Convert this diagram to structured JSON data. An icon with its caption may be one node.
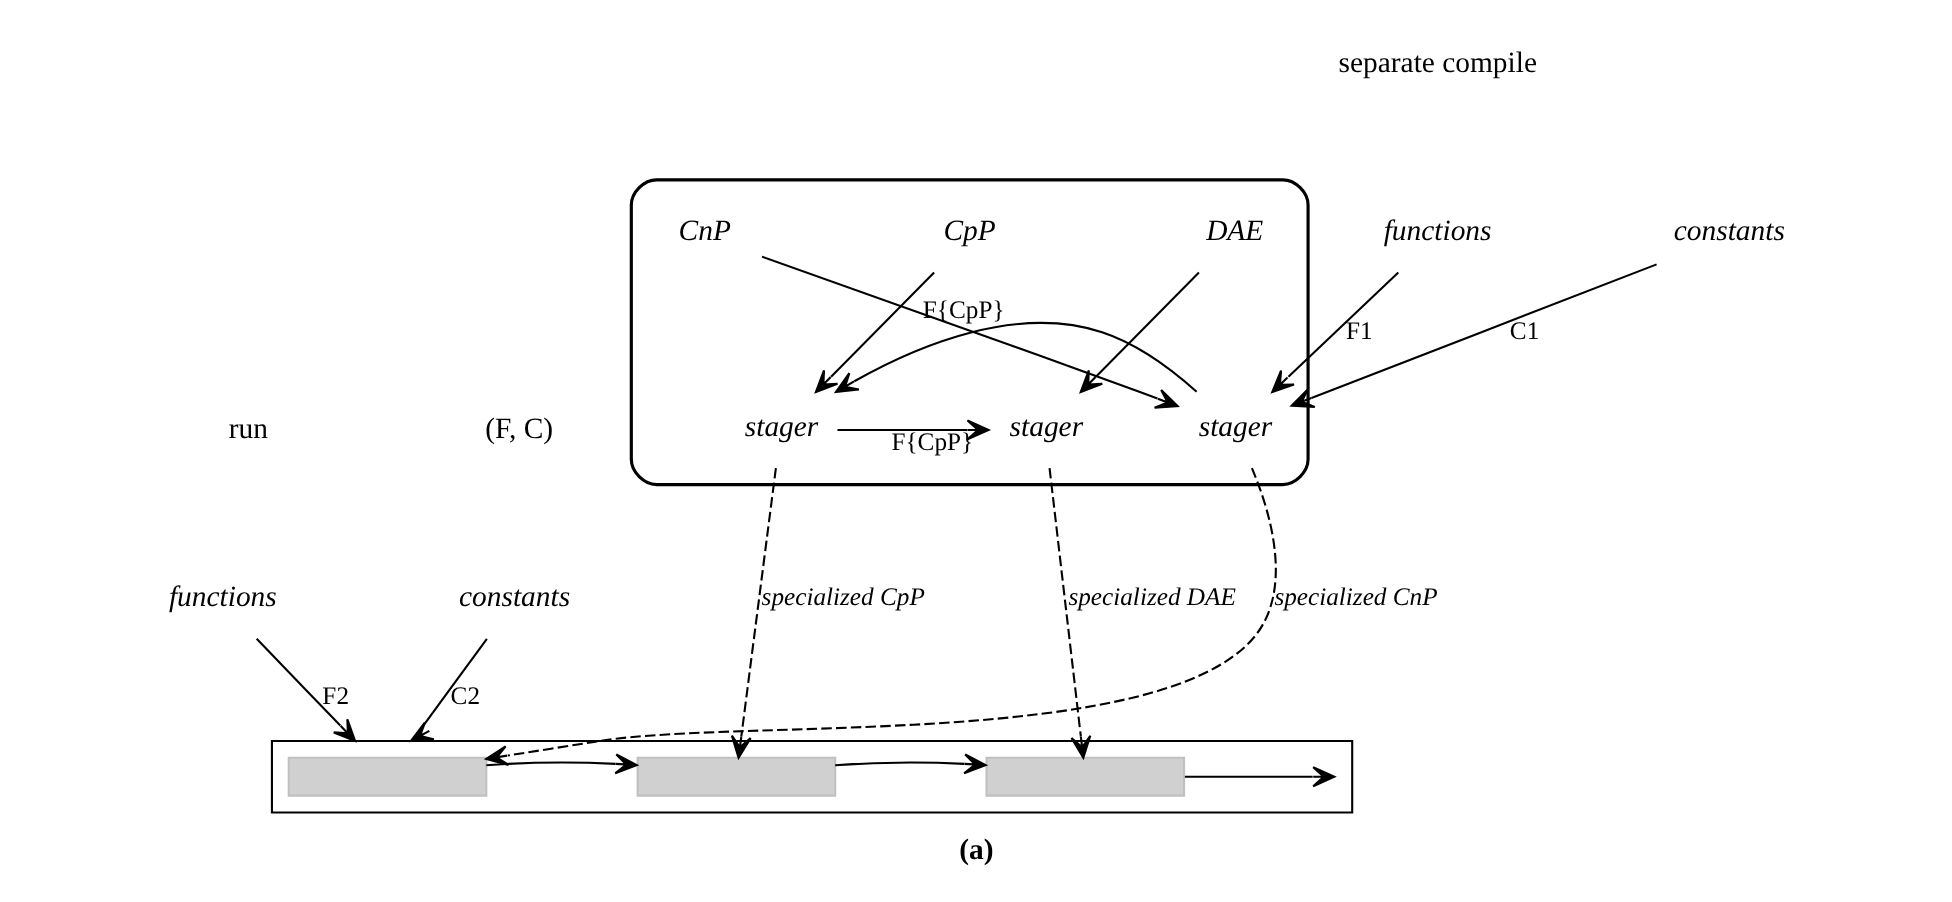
{
  "diagram": {
    "caption": "(a)",
    "nodes": [
      {
        "text": [
          "functions"
        ]
      },
      {
        "text": [
          "constants"
        ]
      },
      {
        "text": [],
        "shape": "box"
      },
      {
        "text": [
          "CnP"
        ],
        "in": 2
      },
      {
        "text": [
          "CpP"
        ],
        "in": 2
      },
      {
        "text": [
          "DAE"
        ],
        "in": 2
      },
      {
        "text": [
          "stager"
        ],
        "in": 2
      },
      {
        "text": [
          "stager"
        ],
        "in": 2
      },
      {
        "text": [
          "stager"
        ],
        "in": 2
      },
      {
        "text": [
          "functions"
        ]
      },
      {
        "text": [
          "constants"
        ]
      },
      {
        "text": [],
        "shape": "box"
      },
      {
        "text": [],
        "shape": "bar",
        "in": 11
      },
      {
        "text": [],
        "shape": "bar",
        "in": 11
      },
      {
        "text": [],
        "shape": "bar",
        "in": 11
      }
    ],
    "edges": [
      {
        "from": 0,
        "to": 6,
        "arrow": "to",
        "label": "F1"
      },
      {
        "from": 1,
        "to": 6,
        "arrow": "to",
        "label": "C1"
      },
      {
        "from": 3,
        "to": 6,
        "arrow": "to"
      },
      {
        "from": 4,
        "to": 7,
        "arrow": "to"
      },
      {
        "from": 5,
        "to": 8,
        "arrow": "to"
      },
      {
        "from": 6,
        "to": 7,
        "arrow": "to",
        "label": "F{CpP}"
      },
      {
        "from": 7,
        "to": 8,
        "arrow": "to",
        "label": "F{CpP}"
      },
      {
        "from": 6,
        "to": 12,
        "arrow": "to",
        "style": "dashed",
        "label": "specialized CnP"
      },
      {
        "from": 7,
        "to": 13,
        "arrow": "to",
        "style": "dashed",
        "label": "specialized CpP"
      },
      {
        "from": 8,
        "to": 14,
        "arrow": "to",
        "style": "dashed",
        "label": "specialized DAE"
      },
      {
        "from": 9,
        "to": 11,
        "arrow": "to",
        "label": "F2"
      },
      {
        "from": 10,
        "to": 11,
        "arrow": "to",
        "label": "C2"
      },
      {
        "from": 12,
        "to": 13,
        "arrow": "to"
      },
      {
        "from": 13,
        "to": 14,
        "arrow": "to"
      },
      {
        "from": 14,
        "to": null,
        "arrow": "to"
      }
    ],
    "labels": [
      "separate compile",
      "(F, C)",
      "run"
    ]
  }
}
